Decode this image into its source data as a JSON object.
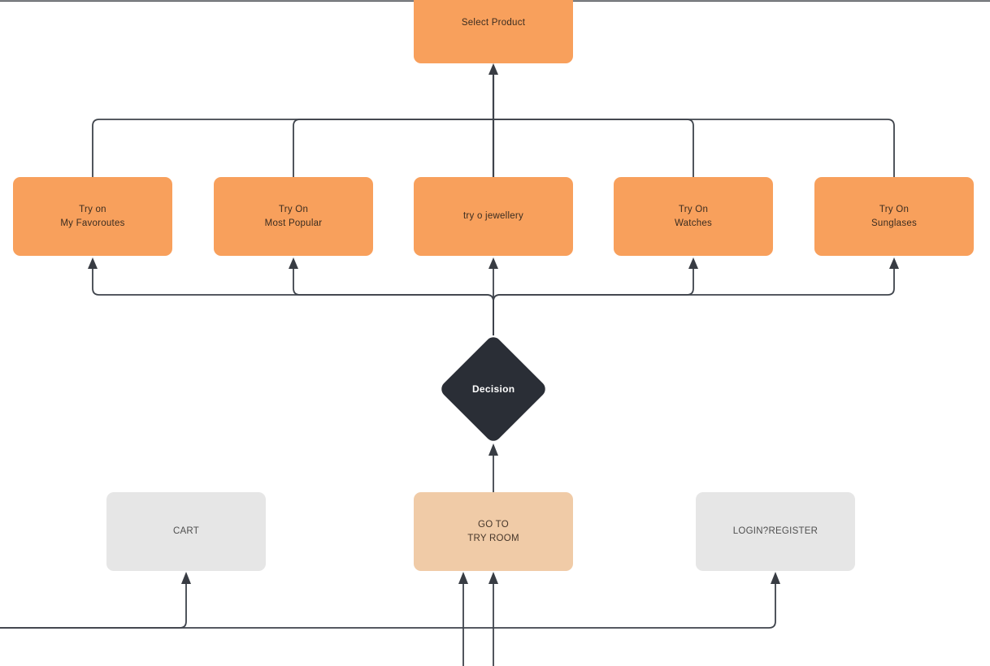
{
  "canvas": {
    "background": "#FFFFFF",
    "page_border_color": "#4B4E54",
    "connector_color": "#3E434B"
  },
  "colors": {
    "primary_node": "#F8A05C",
    "highlight_node": "#F0CBA7",
    "neutral_node": "#E6E6E6",
    "decision_node": "#2A2E36",
    "node_text_dark": "#3A2C20",
    "node_text_gray": "#4F4F4F",
    "decision_text": "#FFFFFF"
  },
  "nodes": {
    "select_product": {
      "label": "Select Product"
    },
    "options": [
      {
        "lines": [
          "Try on",
          "My Favoroutes"
        ]
      },
      {
        "lines": [
          "Try On",
          "Most Popular"
        ]
      },
      {
        "lines": [
          "try o jewellery"
        ]
      },
      {
        "lines": [
          "Try On",
          "Watches"
        ]
      },
      {
        "lines": [
          "Try On",
          "Sunglases"
        ]
      }
    ],
    "decision": {
      "label": "Decision"
    },
    "cart": {
      "label": "CART"
    },
    "try_room": {
      "lines": [
        "GO TO",
        "TRY ROOM"
      ]
    },
    "login": {
      "label": "LOGIN?REGISTER"
    }
  }
}
